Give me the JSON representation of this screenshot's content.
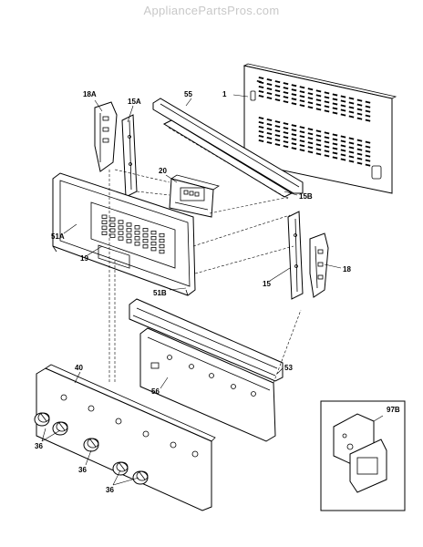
{
  "watermark": "AppliancePartsPros.com",
  "labels": {
    "p1": "1",
    "p55": "55",
    "p18A": "18A",
    "p15A": "15A",
    "p20": "20",
    "p15B": "15B",
    "p51A": "51A",
    "p19": "19",
    "p51B": "51B",
    "p15": "15",
    "p18": "18",
    "p53": "53",
    "p56": "56",
    "p40": "40",
    "p36a": "36",
    "p36b": "36",
    "p36c": "36",
    "p97B": "97B"
  }
}
